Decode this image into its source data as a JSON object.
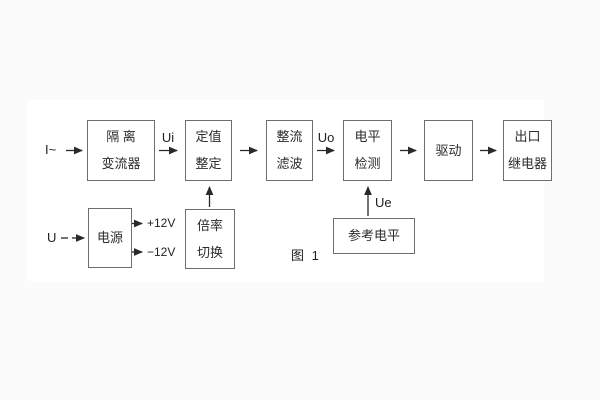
{
  "figure": {
    "caption": "图 1",
    "background_color": "#fbfbfb",
    "panel_color": "#ffffff",
    "line_color": "#2a2a2a",
    "box_border_color": "#6e6e6e"
  },
  "blocks": {
    "isolation_transformer": {
      "line1": "隔 离",
      "line2": "变流器"
    },
    "setpoint_adjust": {
      "line1": "定值",
      "line2": "整定"
    },
    "rectifier_filter": {
      "line1": "整流",
      "line2": "滤波"
    },
    "level_detector": {
      "line1": "电平",
      "line2": "检测"
    },
    "driver": {
      "label": "驱动"
    },
    "output_relay": {
      "line1": "出口",
      "line2": "继电器"
    },
    "power_supply": {
      "label": "电源"
    },
    "ratio_switch": {
      "line1": "倍率",
      "line2": "切换"
    },
    "reference_level": {
      "label": "参考电平"
    }
  },
  "signals": {
    "input_current": "I~",
    "input_voltage": "U",
    "ui": "Ui",
    "uo": "Uo",
    "ue": "Ue",
    "plus_12v": "+12V",
    "minus_12v": "−12V"
  }
}
